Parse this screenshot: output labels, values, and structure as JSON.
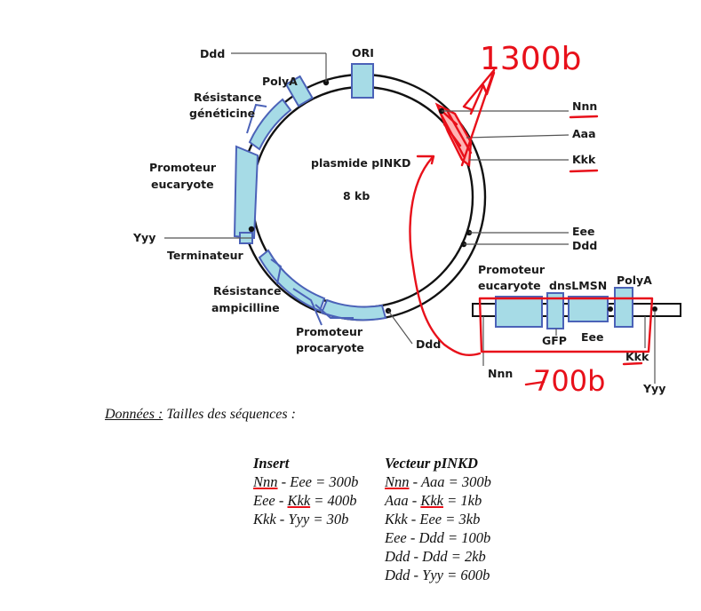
{
  "diagram": {
    "center_title": "plasmide pINKD",
    "center_size": "8 kb",
    "labels": {
      "ddd_top": "Ddd",
      "ori": "ORI",
      "polya_left": "PolyA",
      "resistance_gen_1": "Résistance",
      "resistance_gen_2": "généticine",
      "promoteur_euc_1": "Promoteur",
      "promoteur_euc_2": "eucaryote",
      "yyy_left": "Yyy",
      "terminateur": "Terminateur",
      "resistance_amp_1": "Résistance",
      "resistance_amp_2": "ampicilline",
      "promoteur_pro_1": "Promoteur",
      "promoteur_pro_2": "procaryote",
      "ddd_bottom": "Ddd",
      "nnn_right": "Nnn",
      "aaa_right": "Aaa",
      "kkk_right": "Kkk",
      "eee_right": "Eee",
      "ddd_right": "Ddd"
    },
    "insert": {
      "promoteur_1": "Promoteur",
      "promoteur_2": "eucaryote",
      "dnslmsn": "dnsLMSN",
      "polya": "PolyA",
      "gfp": "GFP",
      "eee": "Eee",
      "kkk": "Kkk",
      "nnn": "Nnn",
      "yyy": "Yyy"
    },
    "handwriting": {
      "top": "1300b",
      "bottom": "700b"
    },
    "colors": {
      "segment_fill": "#a6dbe6",
      "segment_stroke": "#4b62b8",
      "annotation": "#e8101a"
    }
  },
  "donnees": {
    "title": "Données :",
    "subtitle": " Tailles des séquences :"
  },
  "table": {
    "insert_header": "Insert",
    "vector_header": "Vecteur pINKD",
    "insert_rows": [
      {
        "a": "Nnn",
        "b": " - Eee = 300b"
      },
      {
        "a": "Eee - ",
        "b": "Kkk",
        "c": " = 400b"
      },
      {
        "a": "Kkk - Yyy = 30b"
      }
    ],
    "vector_rows": [
      {
        "a": "Nnn",
        "b": " - Aaa = 300b"
      },
      {
        "a": "Aaa - ",
        "b": "Kkk",
        "c": " = 1kb"
      },
      {
        "a": "Kkk - Eee = 3kb"
      },
      {
        "a": "Eee - Ddd = 100b"
      },
      {
        "a": "Ddd - Ddd = 2kb"
      },
      {
        "a": "Ddd - Yyy = 600b"
      }
    ]
  }
}
